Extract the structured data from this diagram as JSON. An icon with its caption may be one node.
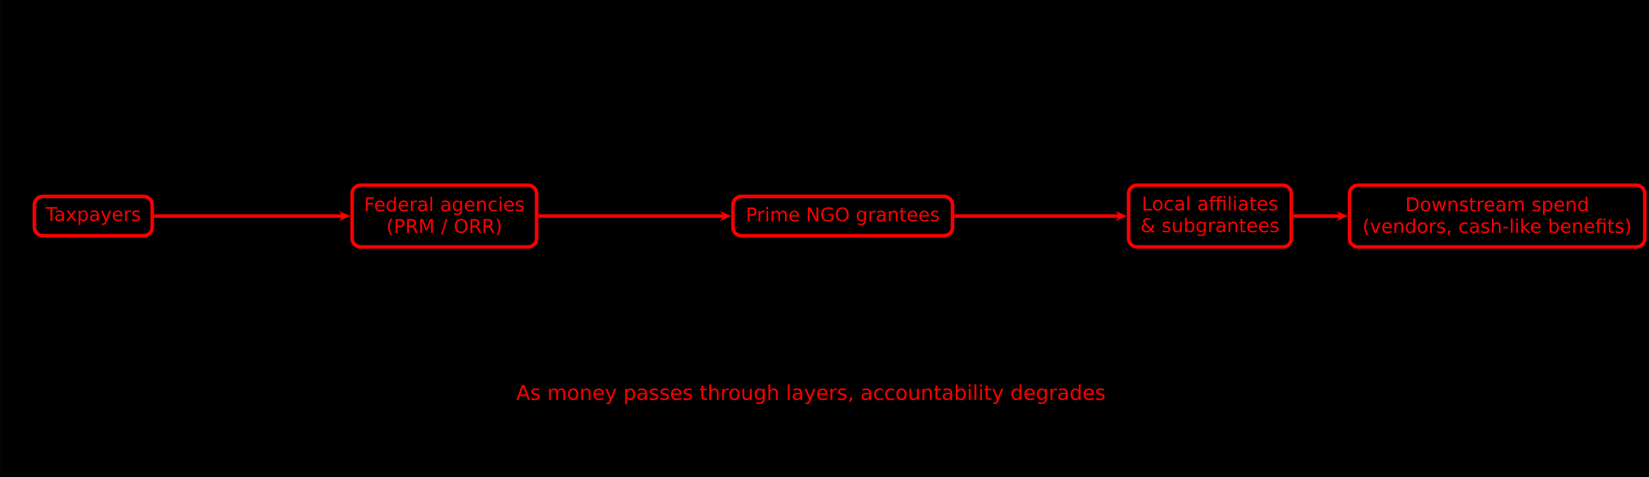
{
  "diagram": {
    "nodes": [
      {
        "text": [
          "Taxpayers"
        ]
      },
      {
        "text": [
          "Federal agencies (PRM / ORR)"
        ]
      },
      {
        "text": [
          "Prime NGO grantees"
        ]
      },
      {
        "text": [
          "Local affiliates & subgrantees"
        ]
      },
      {
        "text": [
          "Downstream spend (vendors, cash-like benefits)"
        ]
      }
    ],
    "edges": [
      {
        "from": 0,
        "to": 1,
        "arrow": "to"
      },
      {
        "from": 1,
        "to": 2,
        "arrow": "to"
      },
      {
        "from": 2,
        "to": 3,
        "arrow": "to"
      },
      {
        "from": 3,
        "to": 4,
        "arrow": "to"
      }
    ],
    "caption": "As money passes through layers, accountability degrades"
  }
}
